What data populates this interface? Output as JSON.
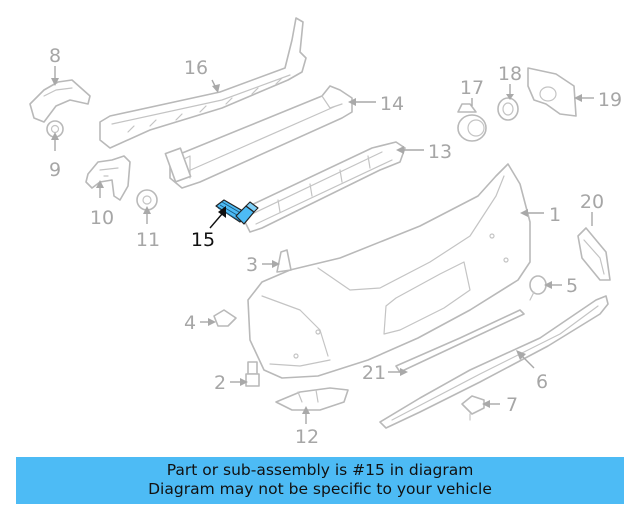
{
  "callouts": {
    "c1": "1",
    "c2": "2",
    "c3": "3",
    "c4": "4",
    "c5": "5",
    "c6": "6",
    "c7": "7",
    "c8": "8",
    "c9": "9",
    "c10": "10",
    "c11": "11",
    "c12": "12",
    "c13": "13",
    "c14": "14",
    "c15": "15",
    "c16": "16",
    "c17": "17",
    "c18": "18",
    "c19": "19",
    "c20": "20",
    "c21": "21"
  },
  "highlight": {
    "part_number": "15",
    "color": "#4dbbf5"
  },
  "banner": {
    "line1": "Part or sub-assembly is #15 in diagram",
    "line2": "Diagram may not be specific to your vehicle",
    "background": "#4dbbf5"
  }
}
